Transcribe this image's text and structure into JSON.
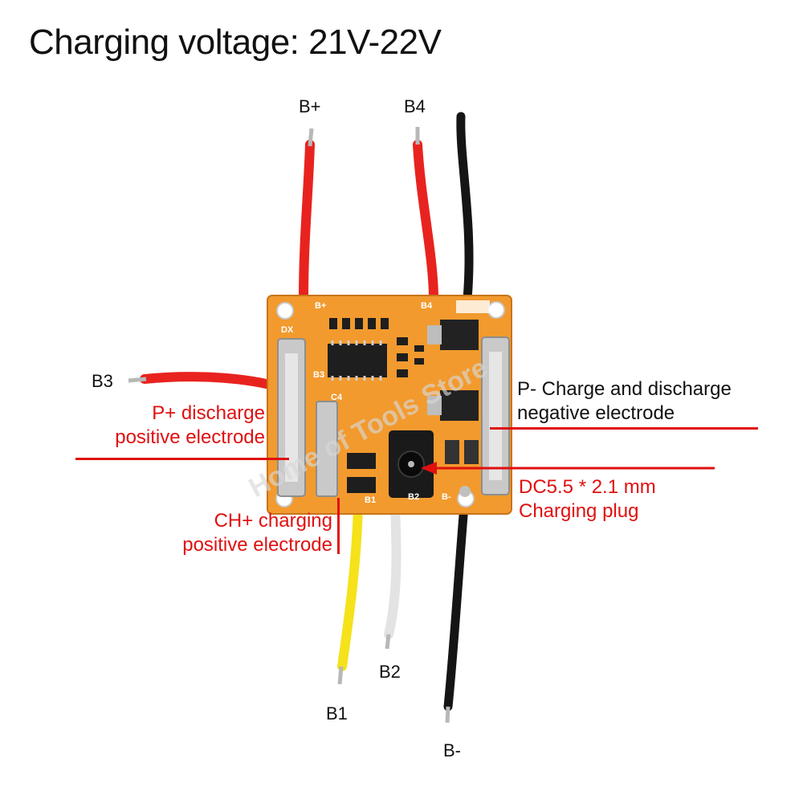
{
  "title": "Charging voltage: 21V-22V",
  "wire_labels": {
    "b_plus": "B+",
    "b4": "B4",
    "b3": "B3",
    "b2": "B2",
    "b1": "B1",
    "b_minus": "B-"
  },
  "callouts": {
    "p_plus": [
      "P+ discharge",
      "positive electrode"
    ],
    "p_minus": [
      "P- Charge and discharge",
      "negative electrode"
    ],
    "dc_plug": [
      "DC5.5 * 2.1 mm",
      "Charging plug"
    ],
    "ch_plus": [
      "CH+ charging",
      "positive electrode"
    ]
  },
  "watermark": "Home of Tools Store",
  "pcb_markings": [
    "B+",
    "B4",
    "B3",
    "B2",
    "B1",
    "B-",
    "C4",
    "DX"
  ],
  "colors": {
    "accent": "#e01010",
    "pcb": "#f29a2e",
    "wire_red": "#e8231f",
    "wire_black": "#151515",
    "wire_yellow": "#f5e21a",
    "wire_white": "#f2f2f2"
  }
}
